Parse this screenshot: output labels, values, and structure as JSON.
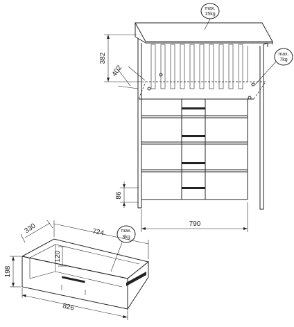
{
  "labels": {
    "top_load": [
      "max.",
      "15kg"
    ],
    "shelf_load": [
      "max.",
      "7kg"
    ],
    "drawer_load": [
      "max.",
      "3kg"
    ]
  },
  "dimensions": {
    "upper_height": "382",
    "upper_depth": "402",
    "plinth_height": "86",
    "inner_width": "790",
    "drawer_depth": "330",
    "drawer_inner_width": "724",
    "drawer_inner_height": "120",
    "drawer_height": "198",
    "drawer_width": "826"
  }
}
